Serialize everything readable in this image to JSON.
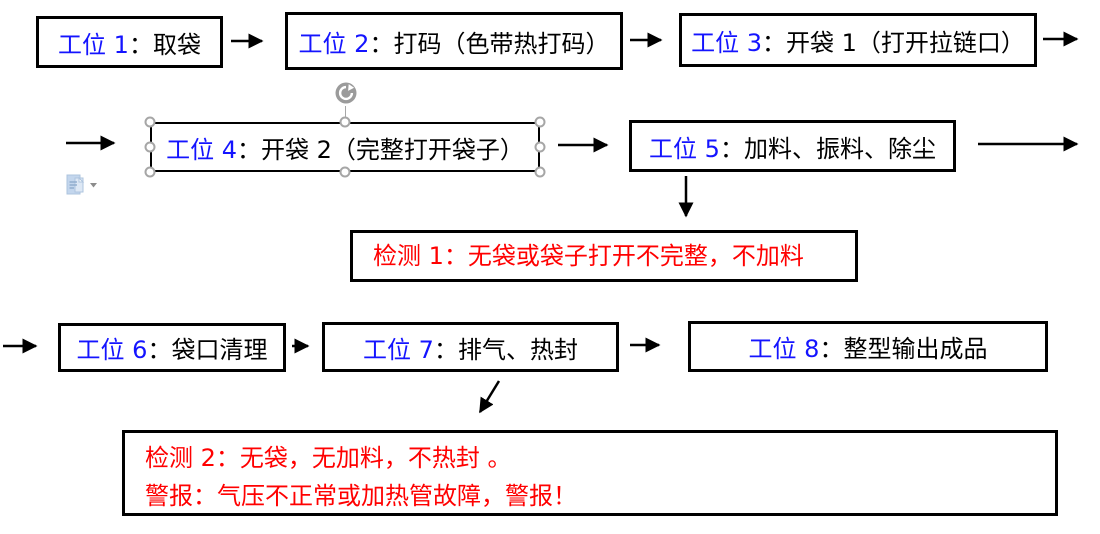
{
  "colors": {
    "station_label_blue": "#1414ff",
    "body_text": "#000000",
    "alert_red": "#ff0000",
    "border_black": "#000000",
    "handle_gray": "#a6a6a6"
  },
  "stations": [
    {
      "label": "工位 1",
      "desc": "：取袋"
    },
    {
      "label": "工位 2",
      "desc": "：打码（色带热打码）"
    },
    {
      "label": "工位 3",
      "desc": "：开袋 1（打开拉链口）"
    },
    {
      "label": "工位 4",
      "desc": "：开袋 2（完整打开袋子）"
    },
    {
      "label": "工位 5",
      "desc": "：加料、振料、除尘"
    },
    {
      "label": "工位 6",
      "desc": "：袋口清理"
    },
    {
      "label": "工位 7",
      "desc": "：排气、热封"
    },
    {
      "label": "工位 8",
      "desc": "：整型输出成品"
    }
  ],
  "detections": {
    "det1": {
      "line1": "检测 1：无袋或袋子打开不完整，不加料"
    },
    "det2": {
      "line1": "检测 2：无袋，无加料，不热封 。",
      "line2": "警报：气压不正常或加热管故障，警报！"
    }
  },
  "flow": {
    "edges": [
      [
        "工位 1",
        "工位 2"
      ],
      [
        "工位 2",
        "工位 3"
      ],
      [
        "工位 3",
        "工位 4"
      ],
      [
        "工位 4",
        "工位 5"
      ],
      [
        "工位 5",
        "工位 6"
      ],
      [
        "工位 6",
        "工位 7"
      ],
      [
        "工位 7",
        "工位 8"
      ],
      [
        "工位 5",
        "检测 1"
      ],
      [
        "工位 7",
        "检测 2"
      ]
    ],
    "selected_shape": "工位 4"
  },
  "icons": {
    "rotate_handle": "rotate-arrow-icon",
    "paste_options": "paste-options-icon",
    "dropdown": "dropdown-arrow-icon"
  }
}
